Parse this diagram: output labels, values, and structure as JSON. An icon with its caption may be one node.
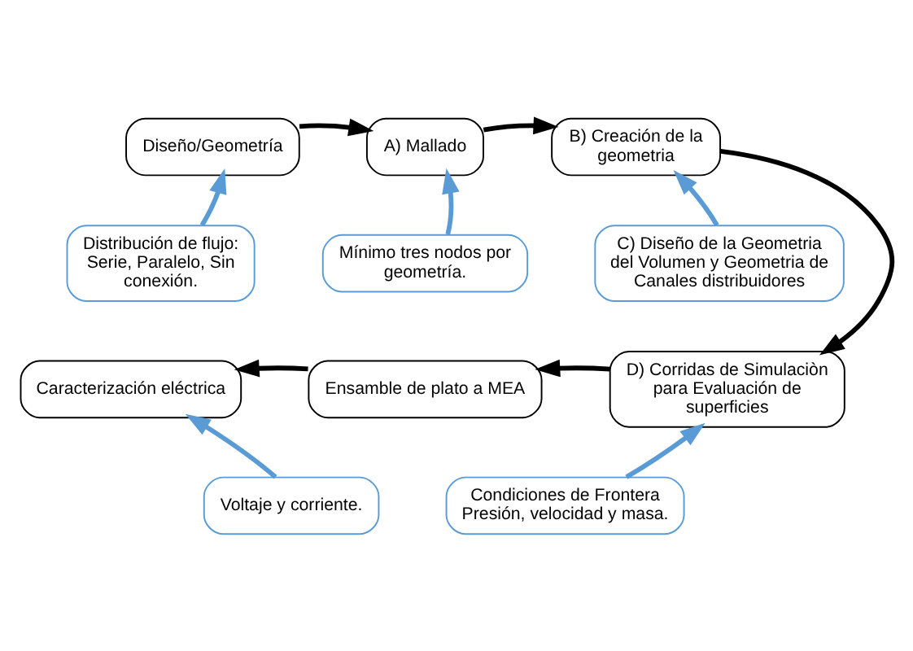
{
  "diagram": {
    "nodes": [
      {
        "text": [
          "Diseño/Geometría"
        ]
      },
      {
        "text": [
          "A) Mallado"
        ]
      },
      {
        "text": [
          "B) Creación de la geometria"
        ]
      },
      {
        "text": [
          "Distribución de flujo: Serie, Paralelo, Sin conexión."
        ]
      },
      {
        "text": [
          "Mínimo tres nodos por geometría."
        ]
      },
      {
        "text": [
          "C) Diseño de la Geometria del Volumen y Geometria de Canales distribuidores"
        ]
      },
      {
        "text": [
          "Caracterización eléctrica"
        ]
      },
      {
        "text": [
          "Ensamble de plato a MEA"
        ]
      },
      {
        "text": [
          "D) Corridas de Simulaciòn para Evaluación de superficies"
        ]
      },
      {
        "text": [
          "Voltaje y corriente."
        ]
      },
      {
        "text": [
          "Condiciones de Frontera Presión, velocidad y masa."
        ]
      }
    ],
    "edges": [
      {
        "from": 0,
        "to": 1,
        "arrow": "to"
      },
      {
        "from": 1,
        "to": 2,
        "arrow": "to"
      },
      {
        "from": 2,
        "to": 8,
        "arrow": "to"
      },
      {
        "from": 8,
        "to": 7,
        "arrow": "to"
      },
      {
        "from": 7,
        "to": 6,
        "arrow": "to"
      },
      {
        "from": 3,
        "to": 0,
        "arrow": "to",
        "color": "#5b9bd5"
      },
      {
        "from": 4,
        "to": 1,
        "arrow": "to",
        "color": "#5b9bd5"
      },
      {
        "from": 5,
        "to": 2,
        "arrow": "to",
        "color": "#5b9bd5"
      },
      {
        "from": 9,
        "to": 6,
        "arrow": "to",
        "color": "#5b9bd5"
      },
      {
        "from": 10,
        "to": 8,
        "arrow": "to",
        "color": "#5b9bd5"
      }
    ]
  }
}
